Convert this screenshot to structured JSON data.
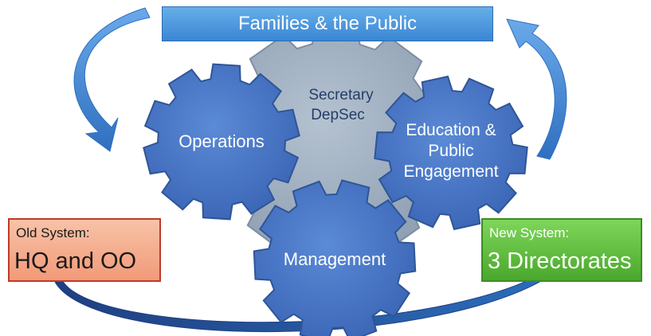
{
  "banner": {
    "title": "Families & the Public"
  },
  "gears": {
    "back": {
      "line1": "Secretary",
      "line2": "DepSec"
    },
    "operations": {
      "label": "Operations"
    },
    "education": {
      "line1": "Education &",
      "line2": "Public",
      "line3": "Engagement"
    },
    "management": {
      "label": "Management"
    }
  },
  "old_system": {
    "caption": "Old System:",
    "value": "HQ and OO"
  },
  "new_system": {
    "caption": "New System:",
    "value": "3 Directorates"
  },
  "colors": {
    "gear_blue": "#4472c4",
    "gear_gray": "#9aabbc",
    "arrow_blue": "#4a86d2",
    "old_fill": "#f4a886",
    "new_fill": "#5bbd3c"
  }
}
